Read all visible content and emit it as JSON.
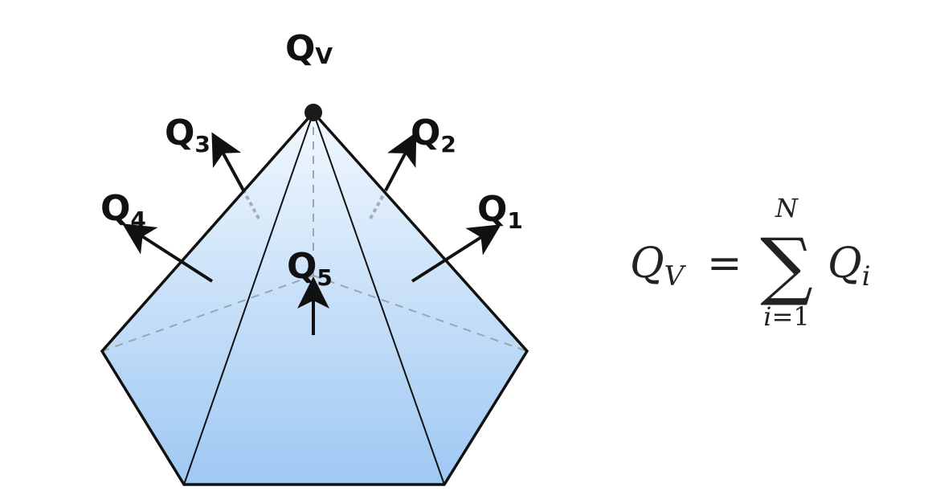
{
  "apex_label": {
    "main": "Q",
    "sub": "V"
  },
  "face_labels": [
    {
      "id": "Q1",
      "main": "Q",
      "sub": "1"
    },
    {
      "id": "Q2",
      "main": "Q",
      "sub": "2"
    },
    {
      "id": "Q3",
      "main": "Q",
      "sub": "3"
    },
    {
      "id": "Q4",
      "main": "Q",
      "sub": "4"
    },
    {
      "id": "Q5",
      "main": "Q",
      "sub": "5"
    }
  ],
  "formula": {
    "lhs_main": "Q",
    "lhs_sub": "V",
    "equals": "=",
    "sum_symbol": "∑",
    "upper_limit": "N",
    "lower_limit_var": "i",
    "lower_limit_eq": "=1",
    "term_main": "Q",
    "term_sub": "i"
  },
  "colors": {
    "face_top": "#f2f8fe",
    "face_bottom": "#9ec8f3",
    "edge": "#111111",
    "hidden_edge": "#9aa5b1",
    "apex_dot": "#1a1a1a"
  }
}
